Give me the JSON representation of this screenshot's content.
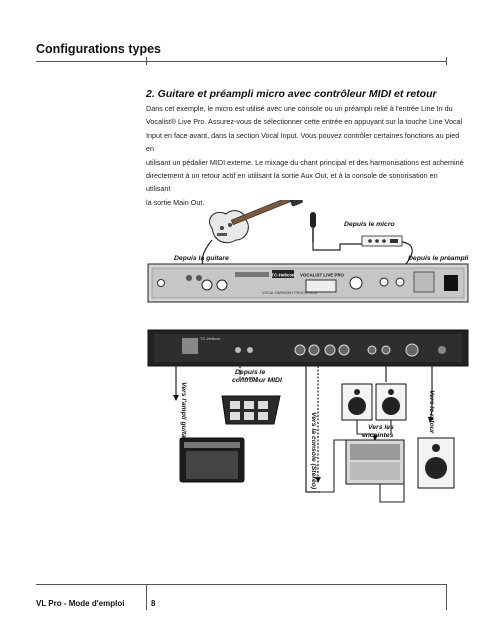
{
  "header": {
    "title": "Configurations types"
  },
  "section": {
    "title": "2. Guitare et préampli micro avec contrôleur MIDI et retour",
    "lines": [
      "Dans cet exemple, le micro est utilisé avec une console ou un préampli relié à l'entrée Line In du",
      "Vocalist® Live Pro. Assurez-vous de sélectionner cette entrée en appuyant sur la touche Line Vocal",
      "Input en face avant, dans la section Vocal Input. Vous pouvez contrôler certaines fonctions au pied en",
      "utilisant un pédalier MIDI externe. Le mixage du chant principal et des harmonisations est acheminé",
      "directement à un retour actif en utilisant la sortie Aux Out, et à la console de sonorisation en utilisant",
      "la sortie Main Out."
    ]
  },
  "diagram": {
    "labels": {
      "from_guitar": "Depuis la guitare",
      "from_mic": "Depuis le micro",
      "from_preamp": "Depuis le préampli",
      "from_midi_1": "Depuis le",
      "from_midi_2": "contrôleur MIDI",
      "to_guitar_amp": "Vers l'ampli guitare",
      "to_console": "Vers la console (Stéréo)",
      "to_speakers_1": "Vers les",
      "to_speakers_2": "enceintes",
      "to_monitor": "Vers le retour"
    },
    "device": {
      "brand": "TC-Helicon",
      "name": "VOCALIST LIVE PRO",
      "subtitle": "VOCAL HARMONY PROCESSOR"
    }
  },
  "footer": {
    "doc_title": "VL Pro - Mode d'emploi",
    "page": "8"
  }
}
